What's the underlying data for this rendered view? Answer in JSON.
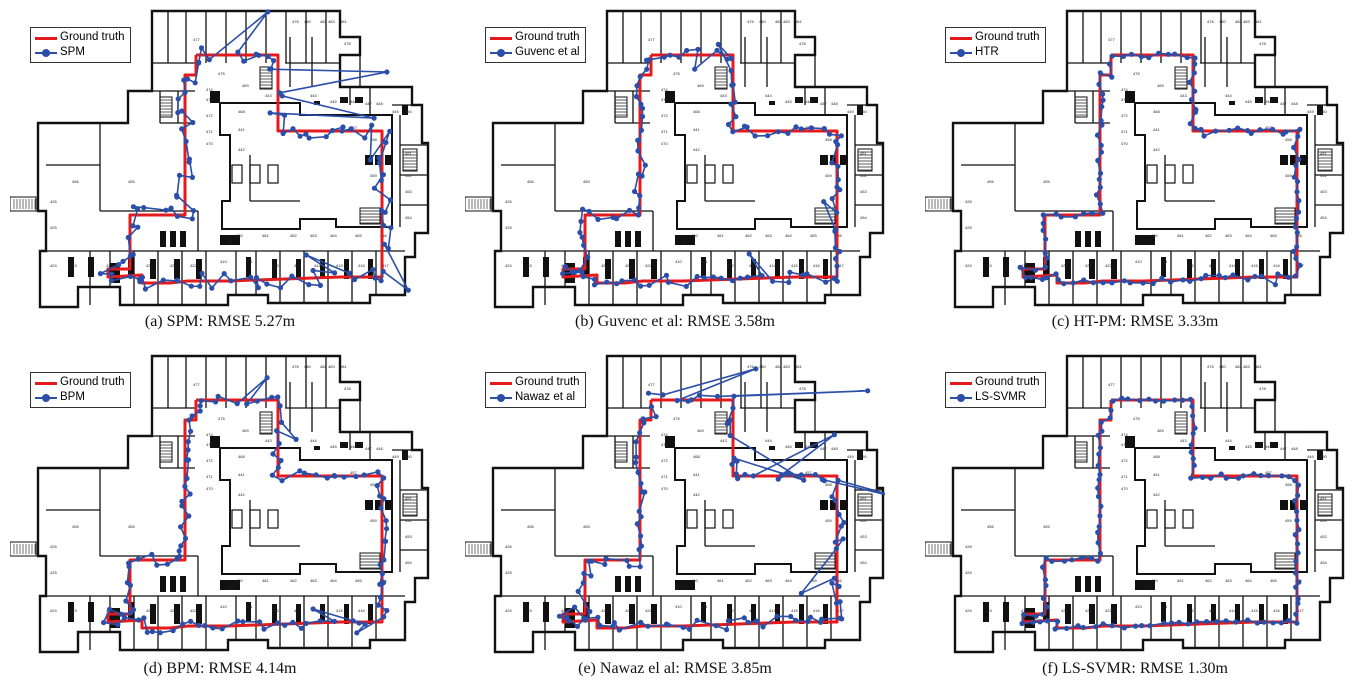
{
  "colors": {
    "ground_truth": "#e41a1c",
    "estimate": "#2b4ea8",
    "walls": "#111111"
  },
  "floorplan_room_labels": [
    "476",
    "480",
    "482",
    "483",
    "481",
    "478",
    "477",
    "475",
    "474",
    "473",
    "472",
    "471",
    "470",
    "469",
    "468",
    "441",
    "442",
    "443",
    "444",
    "445",
    "446",
    "447",
    "448",
    "449",
    "450",
    "451",
    "452",
    "453",
    "454",
    "455",
    "456",
    "457",
    "458",
    "459",
    "460",
    "461",
    "462",
    "463",
    "464",
    "465",
    "466",
    "467",
    "410",
    "411",
    "412",
    "413",
    "414",
    "415",
    "416",
    "417",
    "418",
    "419",
    "420",
    "421",
    "422",
    "423",
    "424",
    "425",
    "426",
    "427",
    "428",
    "429",
    "430",
    "431",
    "432",
    "433",
    "434",
    "435",
    "436",
    "437",
    "438",
    "439",
    "440"
  ],
  "panels": [
    {
      "id": "a",
      "legend": [
        "Ground truth",
        "SPM"
      ],
      "caption": "(a)  SPM:  RMSE  5.27m"
    },
    {
      "id": "b",
      "legend": [
        "Ground truth",
        "Guvenc et al"
      ],
      "caption": "(b)  Guvenc  et  al:  RMSE  3.58m"
    },
    {
      "id": "c",
      "legend": [
        "Ground truth",
        "HTR"
      ],
      "caption": "(c)  HT-PM:  RMSE  3.33m"
    },
    {
      "id": "d",
      "legend": [
        "Ground truth",
        "BPM"
      ],
      "caption": "(d)  BPM:  RMSE  4.14m"
    },
    {
      "id": "e",
      "legend": [
        "Ground truth",
        "Nawaz et al"
      ],
      "caption": "(e)  Nawaz  el  al:  RMSE  3.85m"
    },
    {
      "id": "f",
      "legend": [
        "Ground truth",
        "LS-SVMR"
      ],
      "caption": "(f)  LS-SVMR:  RMSE  1.30m"
    }
  ]
}
